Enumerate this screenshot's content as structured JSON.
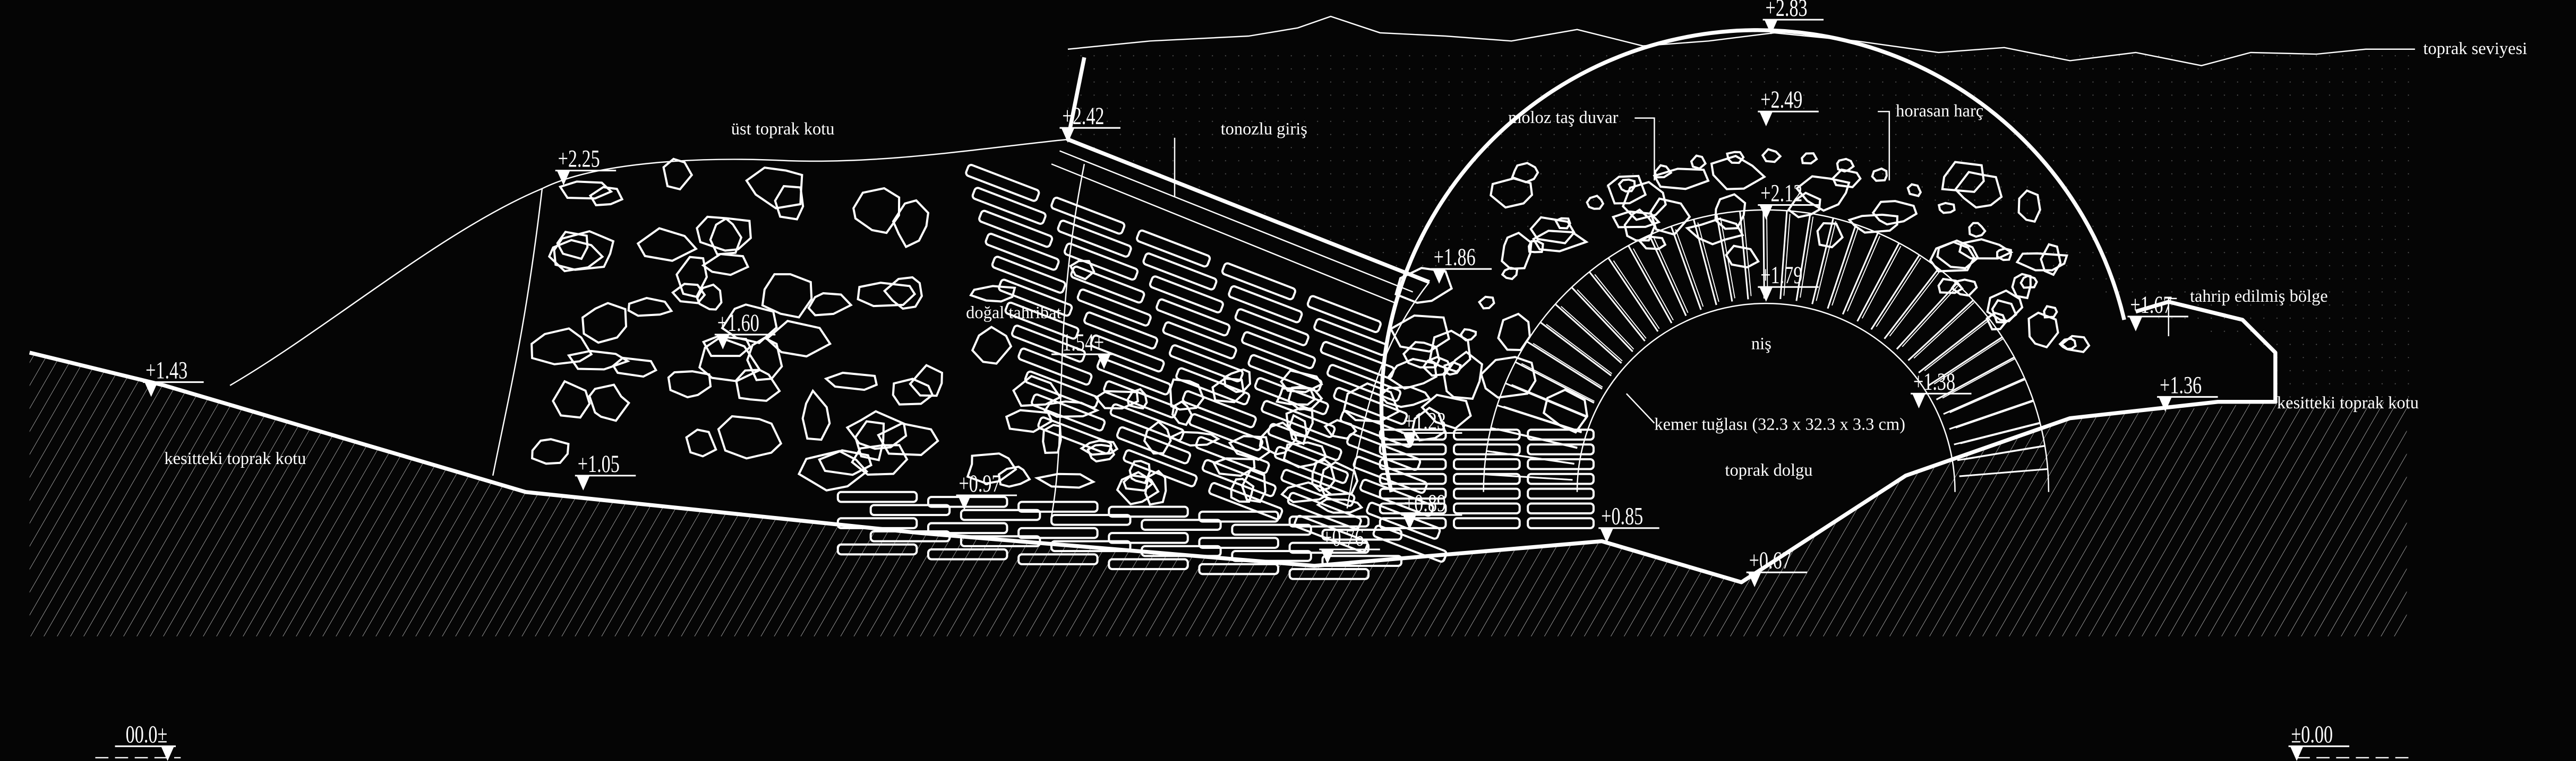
{
  "drawing": {
    "labels": {
      "toprak_seviyesi": "toprak seviyesi",
      "ust_toprak_kotu": "üst toprak kotu",
      "tonozlu_giris": "tonozlu giriş",
      "moloz_tas_duvar": "moloz taş duvar",
      "horasan_harc": "horasan harç",
      "tahrip_edilmis_bolge": "tahrip edilmiş bölge",
      "dogal_tahribat": "doğal tahribat",
      "nis": "niş",
      "kemer_tuglasi": "kemer tuğlası (32.3 x 32.3 x 3.3 cm)",
      "toprak_dolgu": "toprak dolgu",
      "kesitteki_toprak_kotu_left": "kesitteki toprak kotu",
      "kesitteki_toprak_kotu_right": "kesitteki toprak kotu"
    },
    "levels": {
      "l283": "+2.83",
      "l249": "+2.49",
      "l242": "+2.42",
      "l225": "+2.25",
      "l212": "+2.12",
      "l186": "+1.86",
      "l179": "+1.79",
      "l167": "+1.67",
      "l160": "+1.60",
      "l154": "1.54+",
      "l143": "+1.43",
      "l138": "+1.38",
      "l136": "+1.36",
      "l123": "+1.23",
      "l105": "+1.05",
      "l097": "+0.97",
      "l089": "+0.89",
      "l085": "+0.85",
      "l076": "+0.76",
      "l067": "+0.67",
      "datum_left": "00.0±",
      "datum_right": "±0.00"
    },
    "colors": {
      "background": "#050505",
      "line": "#ffffff"
    }
  }
}
